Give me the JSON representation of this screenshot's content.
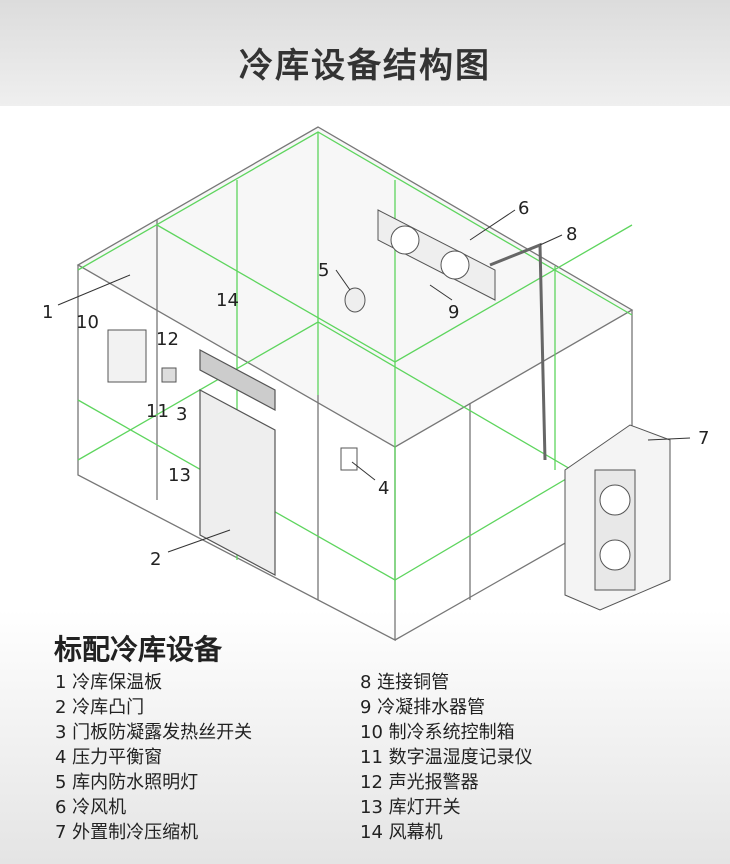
{
  "header": {
    "title": "冷库设备结构图"
  },
  "diagram": {
    "callouts": [
      "1",
      "2",
      "3",
      "4",
      "5",
      "6",
      "7",
      "8",
      "9",
      "10",
      "11",
      "12",
      "13",
      "14"
    ]
  },
  "legend": {
    "title": "标配冷库设备",
    "left": [
      "1 冷库保温板",
      "2 冷库凸门",
      "3 门板防凝露发热丝开关",
      "4 压力平衡窗",
      "5 库内防水照明灯",
      "6 冷风机",
      "7 外置制冷压缩机"
    ],
    "right": [
      "8 连接铜管",
      "9 冷凝排水器管",
      "10 制冷系统控制箱",
      "11 数字温湿度记录仪",
      "12 声光报警器",
      "13 库灯开关",
      "14 风幕机"
    ]
  }
}
